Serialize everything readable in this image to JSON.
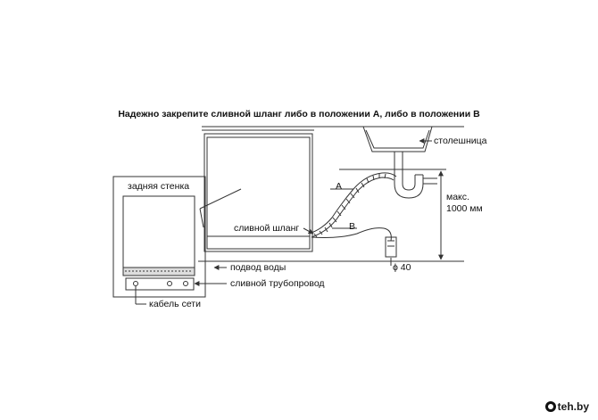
{
  "title": "Надежно закрепите сливной шланг либо в положении А, либо в положении В",
  "labels": {
    "back_wall": "задняя стенка",
    "drain_hose": "сливной шланг",
    "water_supply": "подвод воды",
    "drain_pipe": "сливной трубопровод",
    "power_cable": "кабель сети",
    "countertop": "столешница",
    "max_height_line1": "макс.",
    "max_height_line2": "1000 мм",
    "position_a": "A",
    "position_b": "B",
    "pipe_diameter": "ϕ 40"
  },
  "watermark": "teh.by",
  "colors": {
    "line": "#333333",
    "background": "#ffffff"
  }
}
